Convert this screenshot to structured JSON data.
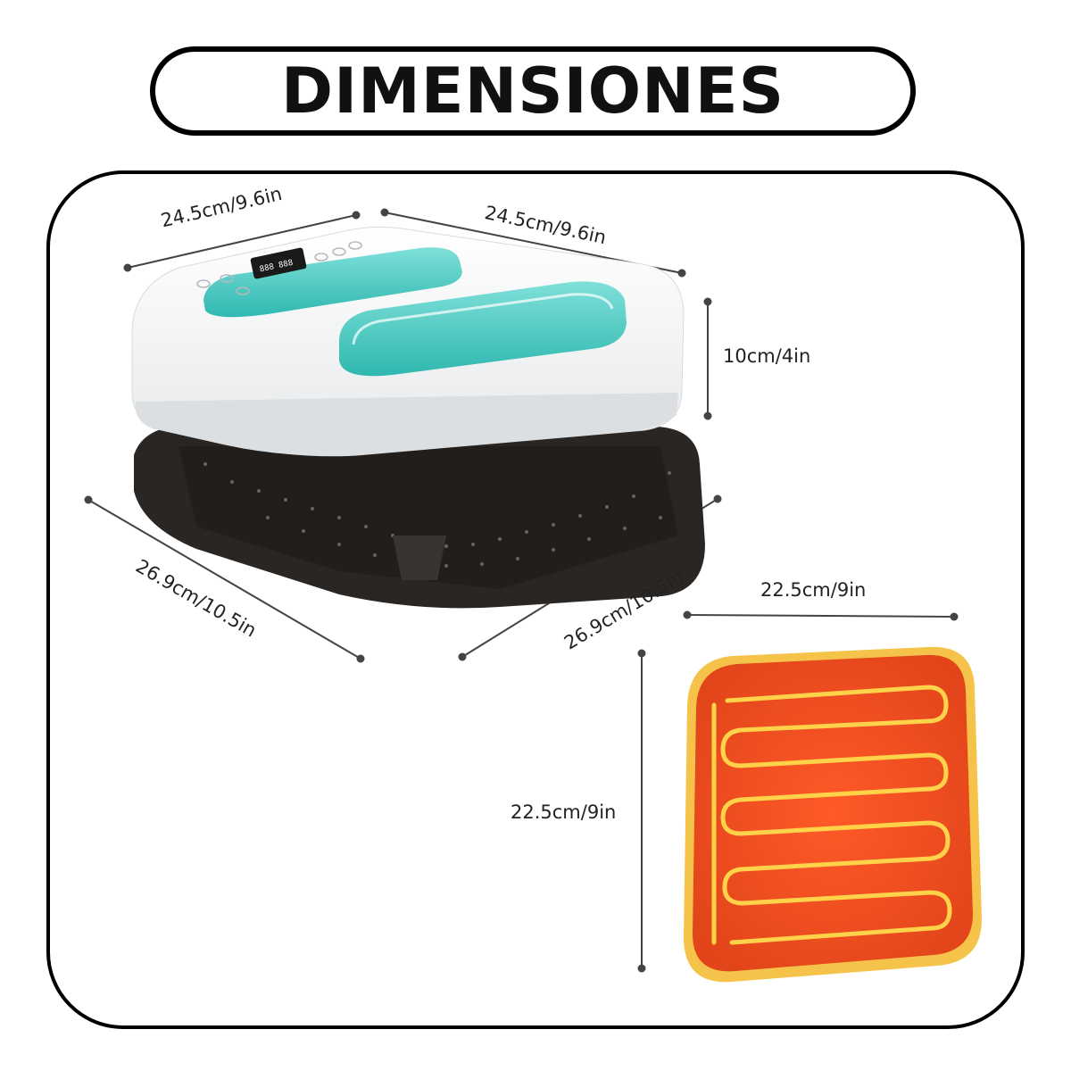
{
  "title": "DIMENSIONES",
  "labels": {
    "top_left_width": "24.5cm/9.6in",
    "top_right_depth": "24.5cm/9.6in",
    "height": "10cm/4in",
    "base_left": "26.9cm/10.5in",
    "base_right": "26.9cm/10.5in",
    "plate_width": "22.5cm/9in",
    "plate_height": "22.5cm/9in"
  },
  "device": {
    "display_icon": "digital-display-icon",
    "accent_color": "#3bc7c0",
    "body_color": "#f3f4f5",
    "base_color": "#2a2623"
  },
  "heating_plate": {
    "coil_color": "#ffd24a",
    "plate_color": "#f25a24",
    "rim_color": "#f5c34a"
  }
}
